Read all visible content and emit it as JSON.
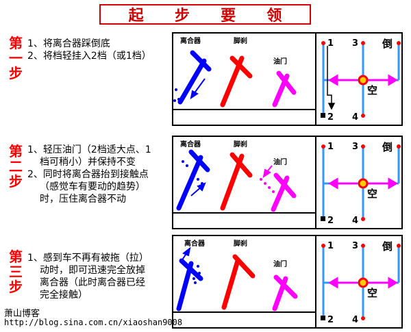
{
  "title": [
    "起",
    "步",
    "要",
    "领"
  ],
  "steps": [
    {
      "label": [
        "第",
        "一",
        "步"
      ],
      "lines": [
        "1、将离合器踩倒底",
        "2、将档轻挂入2档（或1档）"
      ]
    },
    {
      "label": [
        "第",
        "二",
        "步"
      ],
      "lines": [
        "1、轻压油门（2档适大点、1",
        "档可稍小）并保持不变",
        "2、同时将离合器抬到接触点",
        "（感觉车有要动的趋势）",
        "时，压住离合器不动"
      ]
    },
    {
      "label": [
        "第",
        "三",
        "步"
      ],
      "lines": [
        "1、感到车不再有被拖（拉）",
        "动时，即可迅速完全放掉",
        "离合器（此时离合器已经",
        "完全接触）"
      ]
    }
  ],
  "pedal_labels": {
    "clutch": "离合器",
    "brake": "脚刹",
    "throttle": "油门"
  },
  "gear_labels": {
    "g1": "1",
    "g2": "2",
    "g3": "3",
    "g4": "4",
    "reverse": "倒",
    "neutral": "空"
  },
  "footer": {
    "author": "萧山博客",
    "url": "http://blog.sina.com.cn/xiaoshan9008"
  },
  "colors": {
    "red": "#ff0000",
    "title_red": "#d40000",
    "blue": "#0000ff",
    "pedal_red": "#ff0000",
    "magenta": "#ff00ff",
    "shift_blue": "#3399ff"
  }
}
